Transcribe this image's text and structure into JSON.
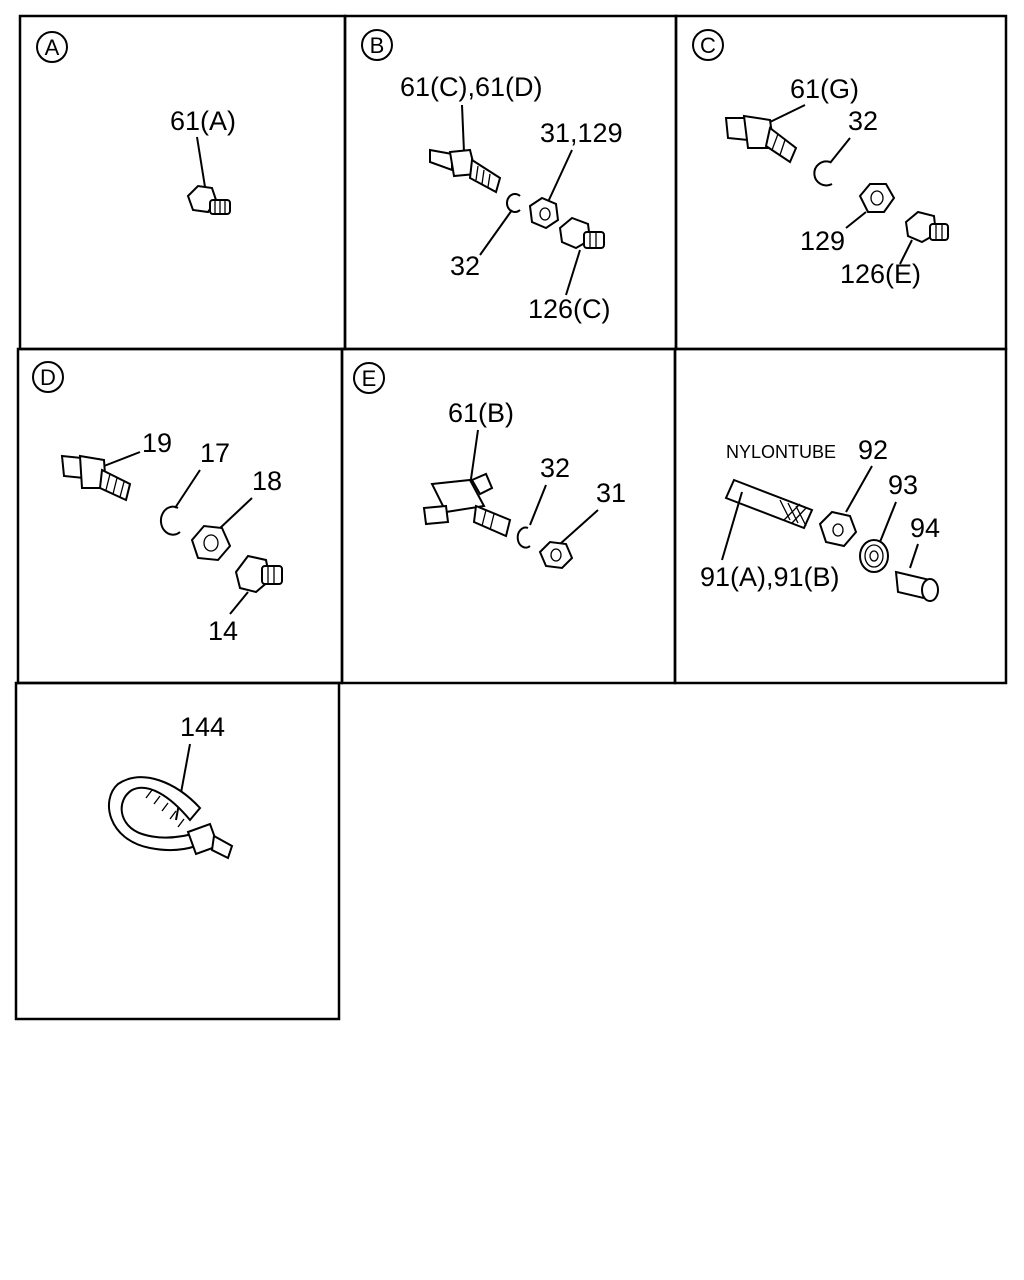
{
  "panels": [
    {
      "letter": "A",
      "labels": [
        "61(A)"
      ]
    },
    {
      "letter": "B",
      "labels": [
        "61(C),61(D)",
        "31,129",
        "32",
        "126(C)"
      ]
    },
    {
      "letter": "C",
      "labels": [
        "61(G)",
        "32",
        "129",
        "126(E)"
      ]
    },
    {
      "letter": "D",
      "labels": [
        "19",
        "17",
        "18",
        "14"
      ]
    },
    {
      "letter": "E",
      "labels": [
        "61(B)",
        "32",
        "31"
      ]
    },
    {
      "letter": "",
      "labels": [
        "NYLONTUBE",
        "92",
        "93",
        "94",
        "91(A),91(B)"
      ]
    },
    {
      "letter": "",
      "labels": [
        "144"
      ]
    }
  ]
}
